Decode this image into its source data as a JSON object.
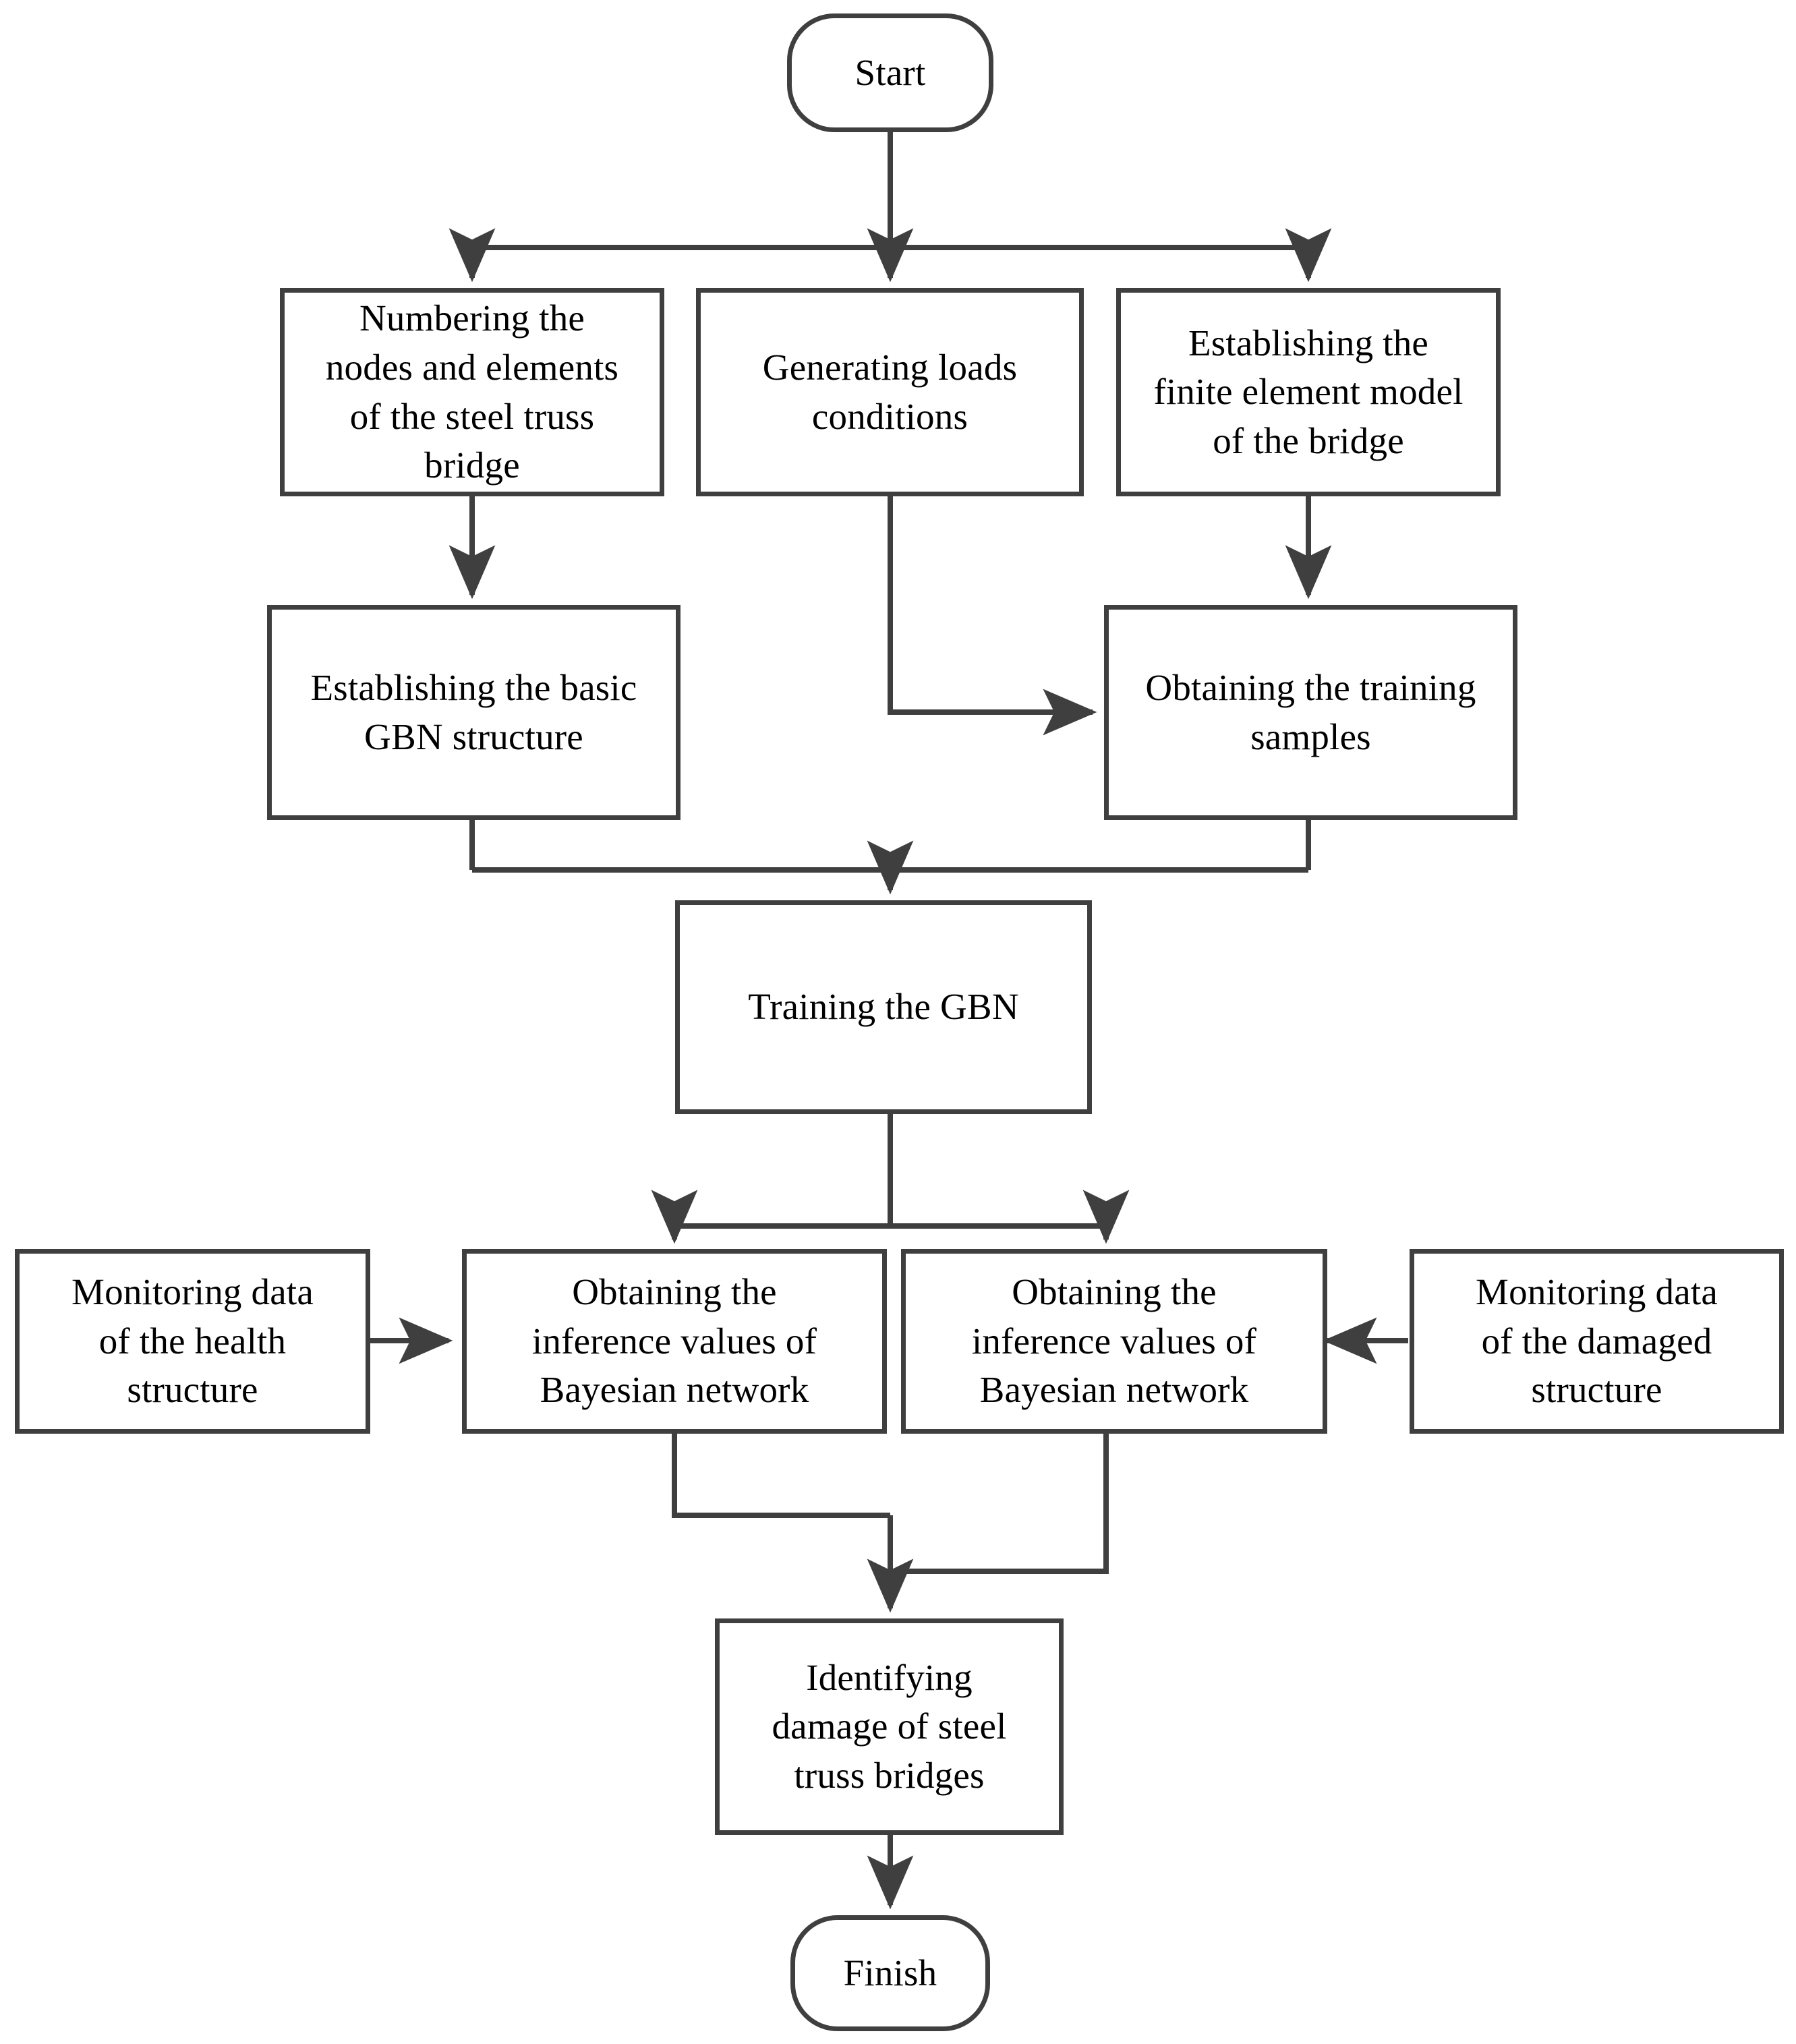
{
  "diagram": {
    "title": "Damage identification flowchart for steel truss bridges using Gaussian Bayesian Network",
    "type": "flowchart",
    "orientation": "top-to-bottom",
    "style": {
      "background_color": "#ffffff",
      "node_border_color": "#3f3f3f",
      "node_fill_color": "#ffffff",
      "edge_color": "#3f3f3f",
      "text_color": "#000000"
    }
  },
  "nodes": {
    "start": {
      "label": "Start",
      "shape": "stadium"
    },
    "numbering": {
      "label": "Numbering the\nnodes and elements\nof the steel truss\nbridge",
      "shape": "rectangle"
    },
    "loads": {
      "label": "Generating loads\nconditions",
      "shape": "rectangle"
    },
    "fe_model": {
      "label": "Establishing the\nfinite element model\nof the bridge",
      "shape": "rectangle"
    },
    "gbn_structure": {
      "label": "Establishing the basic\nGBN structure",
      "shape": "rectangle"
    },
    "training_samples": {
      "label": "Obtaining the training\nsamples",
      "shape": "rectangle"
    },
    "training_gbn": {
      "label": "Training the GBN",
      "shape": "rectangle"
    },
    "monitoring_health": {
      "label": "Monitoring data\nof the health\nstructure",
      "shape": "rectangle"
    },
    "inference_health": {
      "label": "Obtaining the\ninference values of\nBayesian network",
      "shape": "rectangle"
    },
    "inference_damaged": {
      "label": "Obtaining the\ninference values of\nBayesian network",
      "shape": "rectangle"
    },
    "monitoring_damaged": {
      "label": "Monitoring data\nof the damaged\nstructure",
      "shape": "rectangle"
    },
    "identifying": {
      "label": "Identifying\ndamage of steel\ntruss bridges",
      "shape": "rectangle"
    },
    "finish": {
      "label": "Finish",
      "shape": "stadium"
    }
  },
  "edges": [
    {
      "from": "start",
      "to": "numbering",
      "arrow": true
    },
    {
      "from": "start",
      "to": "loads",
      "arrow": true
    },
    {
      "from": "start",
      "to": "fe_model",
      "arrow": true
    },
    {
      "from": "numbering",
      "to": "gbn_structure",
      "arrow": true
    },
    {
      "from": "fe_model",
      "to": "training_samples",
      "arrow": true
    },
    {
      "from": "loads",
      "to": "training_samples",
      "arrow": true
    },
    {
      "from": "gbn_structure",
      "to": "training_gbn",
      "arrow": true
    },
    {
      "from": "training_samples",
      "to": "training_gbn",
      "arrow": true
    },
    {
      "from": "training_gbn",
      "to": "inference_health",
      "arrow": true
    },
    {
      "from": "training_gbn",
      "to": "inference_damaged",
      "arrow": true
    },
    {
      "from": "monitoring_health",
      "to": "inference_health",
      "arrow": true
    },
    {
      "from": "monitoring_damaged",
      "to": "inference_damaged",
      "arrow": true
    },
    {
      "from": "inference_health",
      "to": "identifying",
      "arrow": true
    },
    {
      "from": "inference_damaged",
      "to": "identifying",
      "arrow": true
    },
    {
      "from": "identifying",
      "to": "finish",
      "arrow": true
    }
  ]
}
